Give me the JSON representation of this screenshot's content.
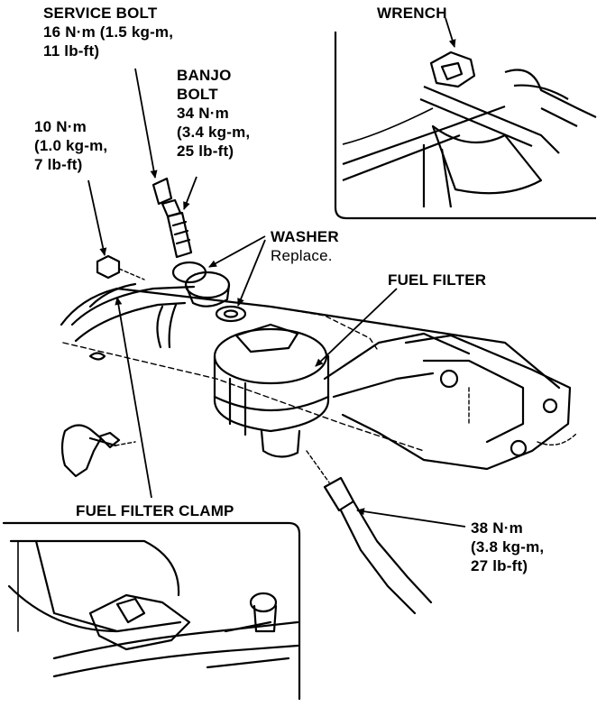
{
  "labels": {
    "service_bolt": {
      "title": "SERVICE BOLT",
      "lines": [
        "16 N·m (1.5 kg-m,",
        "11 lb-ft)"
      ]
    },
    "banjo_bolt": {
      "title_lines": [
        "BANJO",
        "BOLT"
      ],
      "lines": [
        "34 N·m",
        "(3.4 kg-m,",
        "25 lb-ft)"
      ]
    },
    "ten_nm": {
      "lines": [
        "10 N·m",
        "(1.0 kg-m,",
        "7 lb-ft)"
      ]
    },
    "washer": {
      "title": "WASHER",
      "note": "Replace."
    },
    "fuel_filter": {
      "title": "FUEL FILTER"
    },
    "wrench": {
      "title": "WRENCH"
    },
    "fuel_filter_clamp": {
      "title": "FUEL FILTER CLAMP"
    },
    "thirtyeight_nm": {
      "lines": [
        "38 N·m",
        "(3.8 kg-m,",
        "27 lb-ft)"
      ]
    }
  }
}
